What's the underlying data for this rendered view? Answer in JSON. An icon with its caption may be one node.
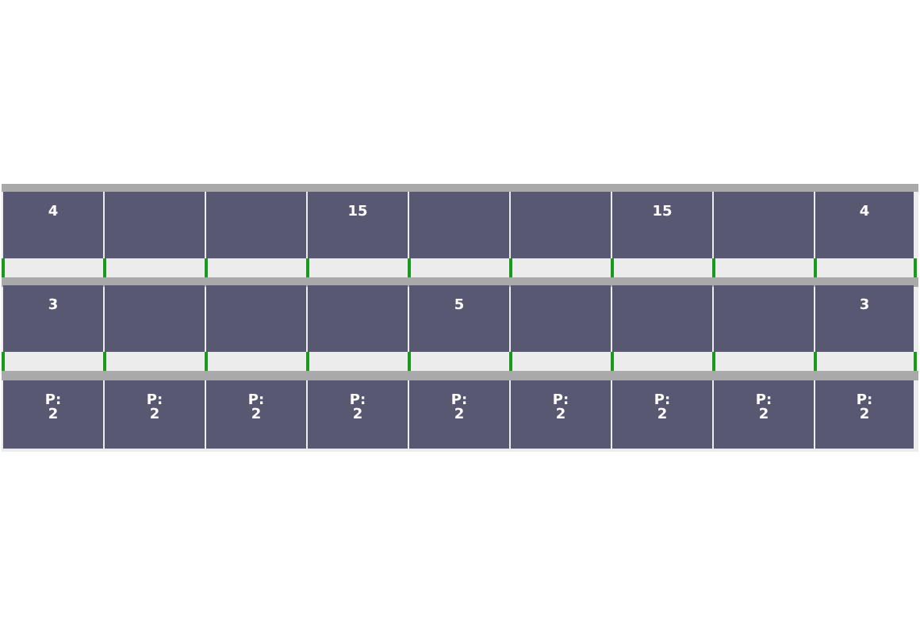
{
  "diagram": {
    "nodes": [
      {
        "text": [
          "4"
        ]
      },
      {
        "text": [],
        "shape": "box"
      },
      {
        "text": [],
        "shape": "box"
      },
      {
        "text": [
          "15"
        ]
      },
      {
        "text": [],
        "shape": "box"
      },
      {
        "text": [],
        "shape": "box"
      },
      {
        "text": [
          "15"
        ]
      },
      {
        "text": [],
        "shape": "box"
      },
      {
        "text": [
          "4"
        ]
      },
      {
        "text": [
          "3"
        ]
      },
      {
        "text": [],
        "shape": "box"
      },
      {
        "text": [],
        "shape": "box"
      },
      {
        "text": [],
        "shape": "box"
      },
      {
        "text": [
          "5"
        ]
      },
      {
        "text": [],
        "shape": "box"
      },
      {
        "text": [],
        "shape": "box"
      },
      {
        "text": [],
        "shape": "box"
      },
      {
        "text": [
          "3"
        ]
      },
      {
        "text": [
          "P: 2"
        ]
      },
      {
        "text": [
          "P: 2"
        ]
      },
      {
        "text": [
          "P: 2"
        ]
      },
      {
        "text": [
          "P: 2"
        ]
      },
      {
        "text": [
          "P: 2"
        ]
      },
      {
        "text": [
          "P: 2"
        ]
      },
      {
        "text": [
          "P: 2"
        ]
      },
      {
        "text": [
          "P: 2"
        ]
      },
      {
        "text": [
          "P: 2"
        ]
      }
    ]
  }
}
